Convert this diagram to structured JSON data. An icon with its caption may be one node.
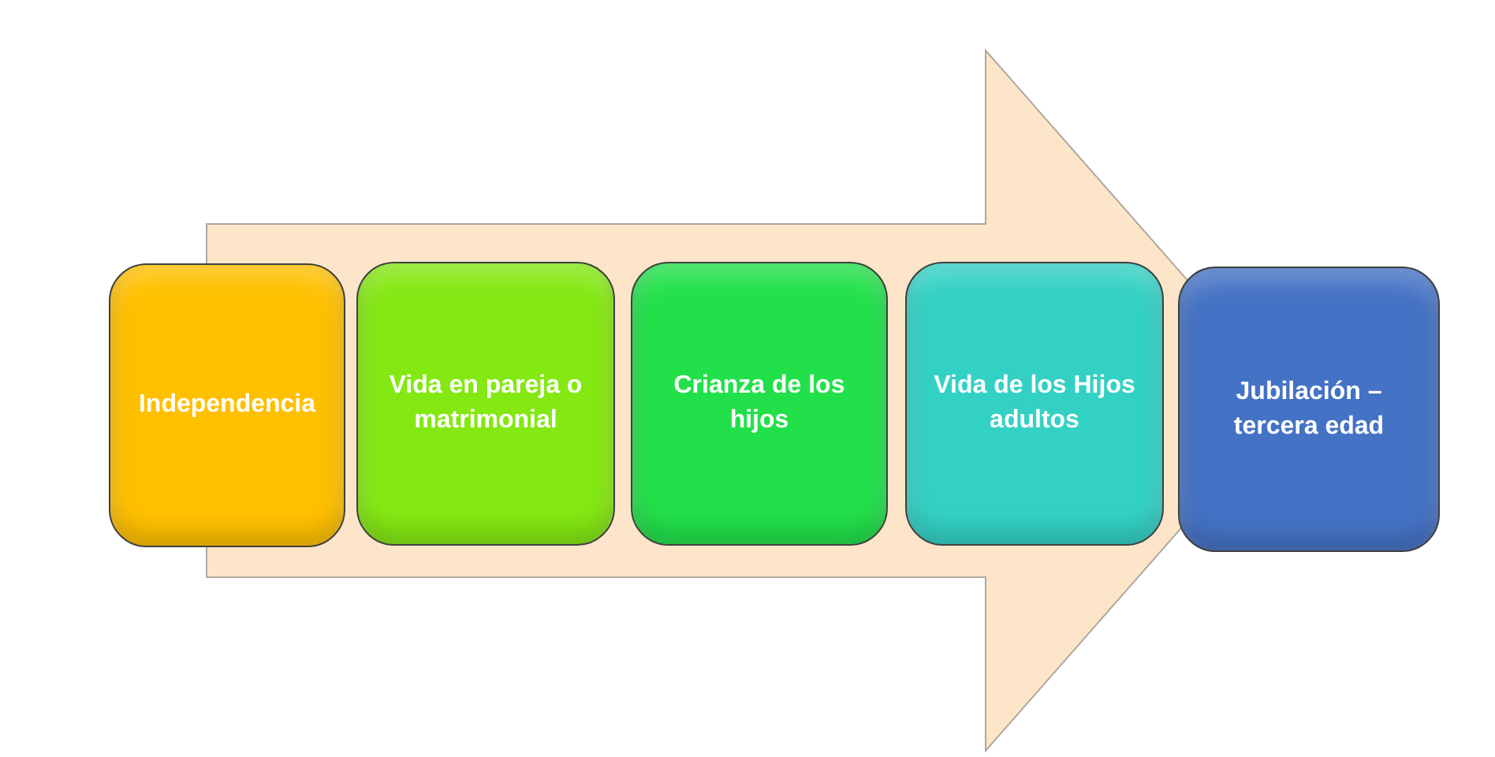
{
  "diagram": {
    "nodes": [
      {
        "text": [
          "Independencia"
        ]
      },
      {
        "text": [
          "Vida en pareja o matrimonial"
        ]
      },
      {
        "text": [
          "Crianza de los hijos"
        ]
      },
      {
        "text": [
          "Vida de los Hijos adultos"
        ]
      },
      {
        "text": [
          "Jubilación – tercera edad"
        ]
      }
    ],
    "edges": [
      {
        "from": 0,
        "to": 4,
        "arrow": "to",
        "style": "thick"
      }
    ]
  }
}
